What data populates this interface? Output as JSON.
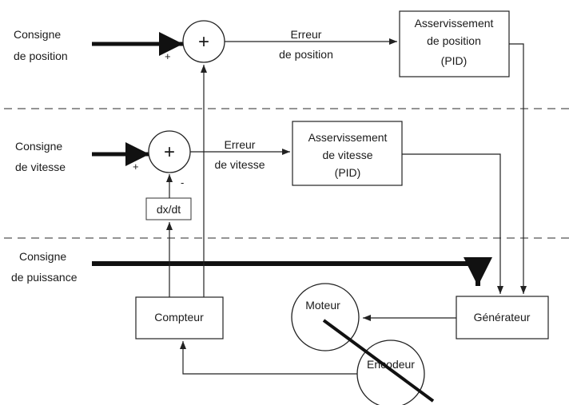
{
  "labels": {
    "consigne_position": [
      "Consigne",
      "de position"
    ],
    "consigne_vitesse": [
      "Consigne",
      "de vitesse"
    ],
    "consigne_puissance": [
      "Consigne",
      "de puissance"
    ],
    "erreur_position": [
      "Erreur",
      "de position"
    ],
    "erreur_vitesse": [
      "Erreur",
      "de vitesse"
    ]
  },
  "blocks": {
    "asserv_position": [
      "Asservissement",
      "de position",
      "(PID)"
    ],
    "asserv_vitesse": [
      "Asservissement",
      "de vitesse",
      "(PID)"
    ],
    "derivative": "dx/dt",
    "compteur": "Compteur",
    "generateur": "Générateur",
    "moteur": "Moteur",
    "encodeur": "Encodeur"
  },
  "summers": {
    "symbol": "+",
    "position_inputs": [
      "+"
    ],
    "vitesse_inputs": [
      "+",
      "-"
    ]
  },
  "colors": {
    "line": "#222222",
    "dash": "#555555",
    "background": "#ffffff"
  }
}
